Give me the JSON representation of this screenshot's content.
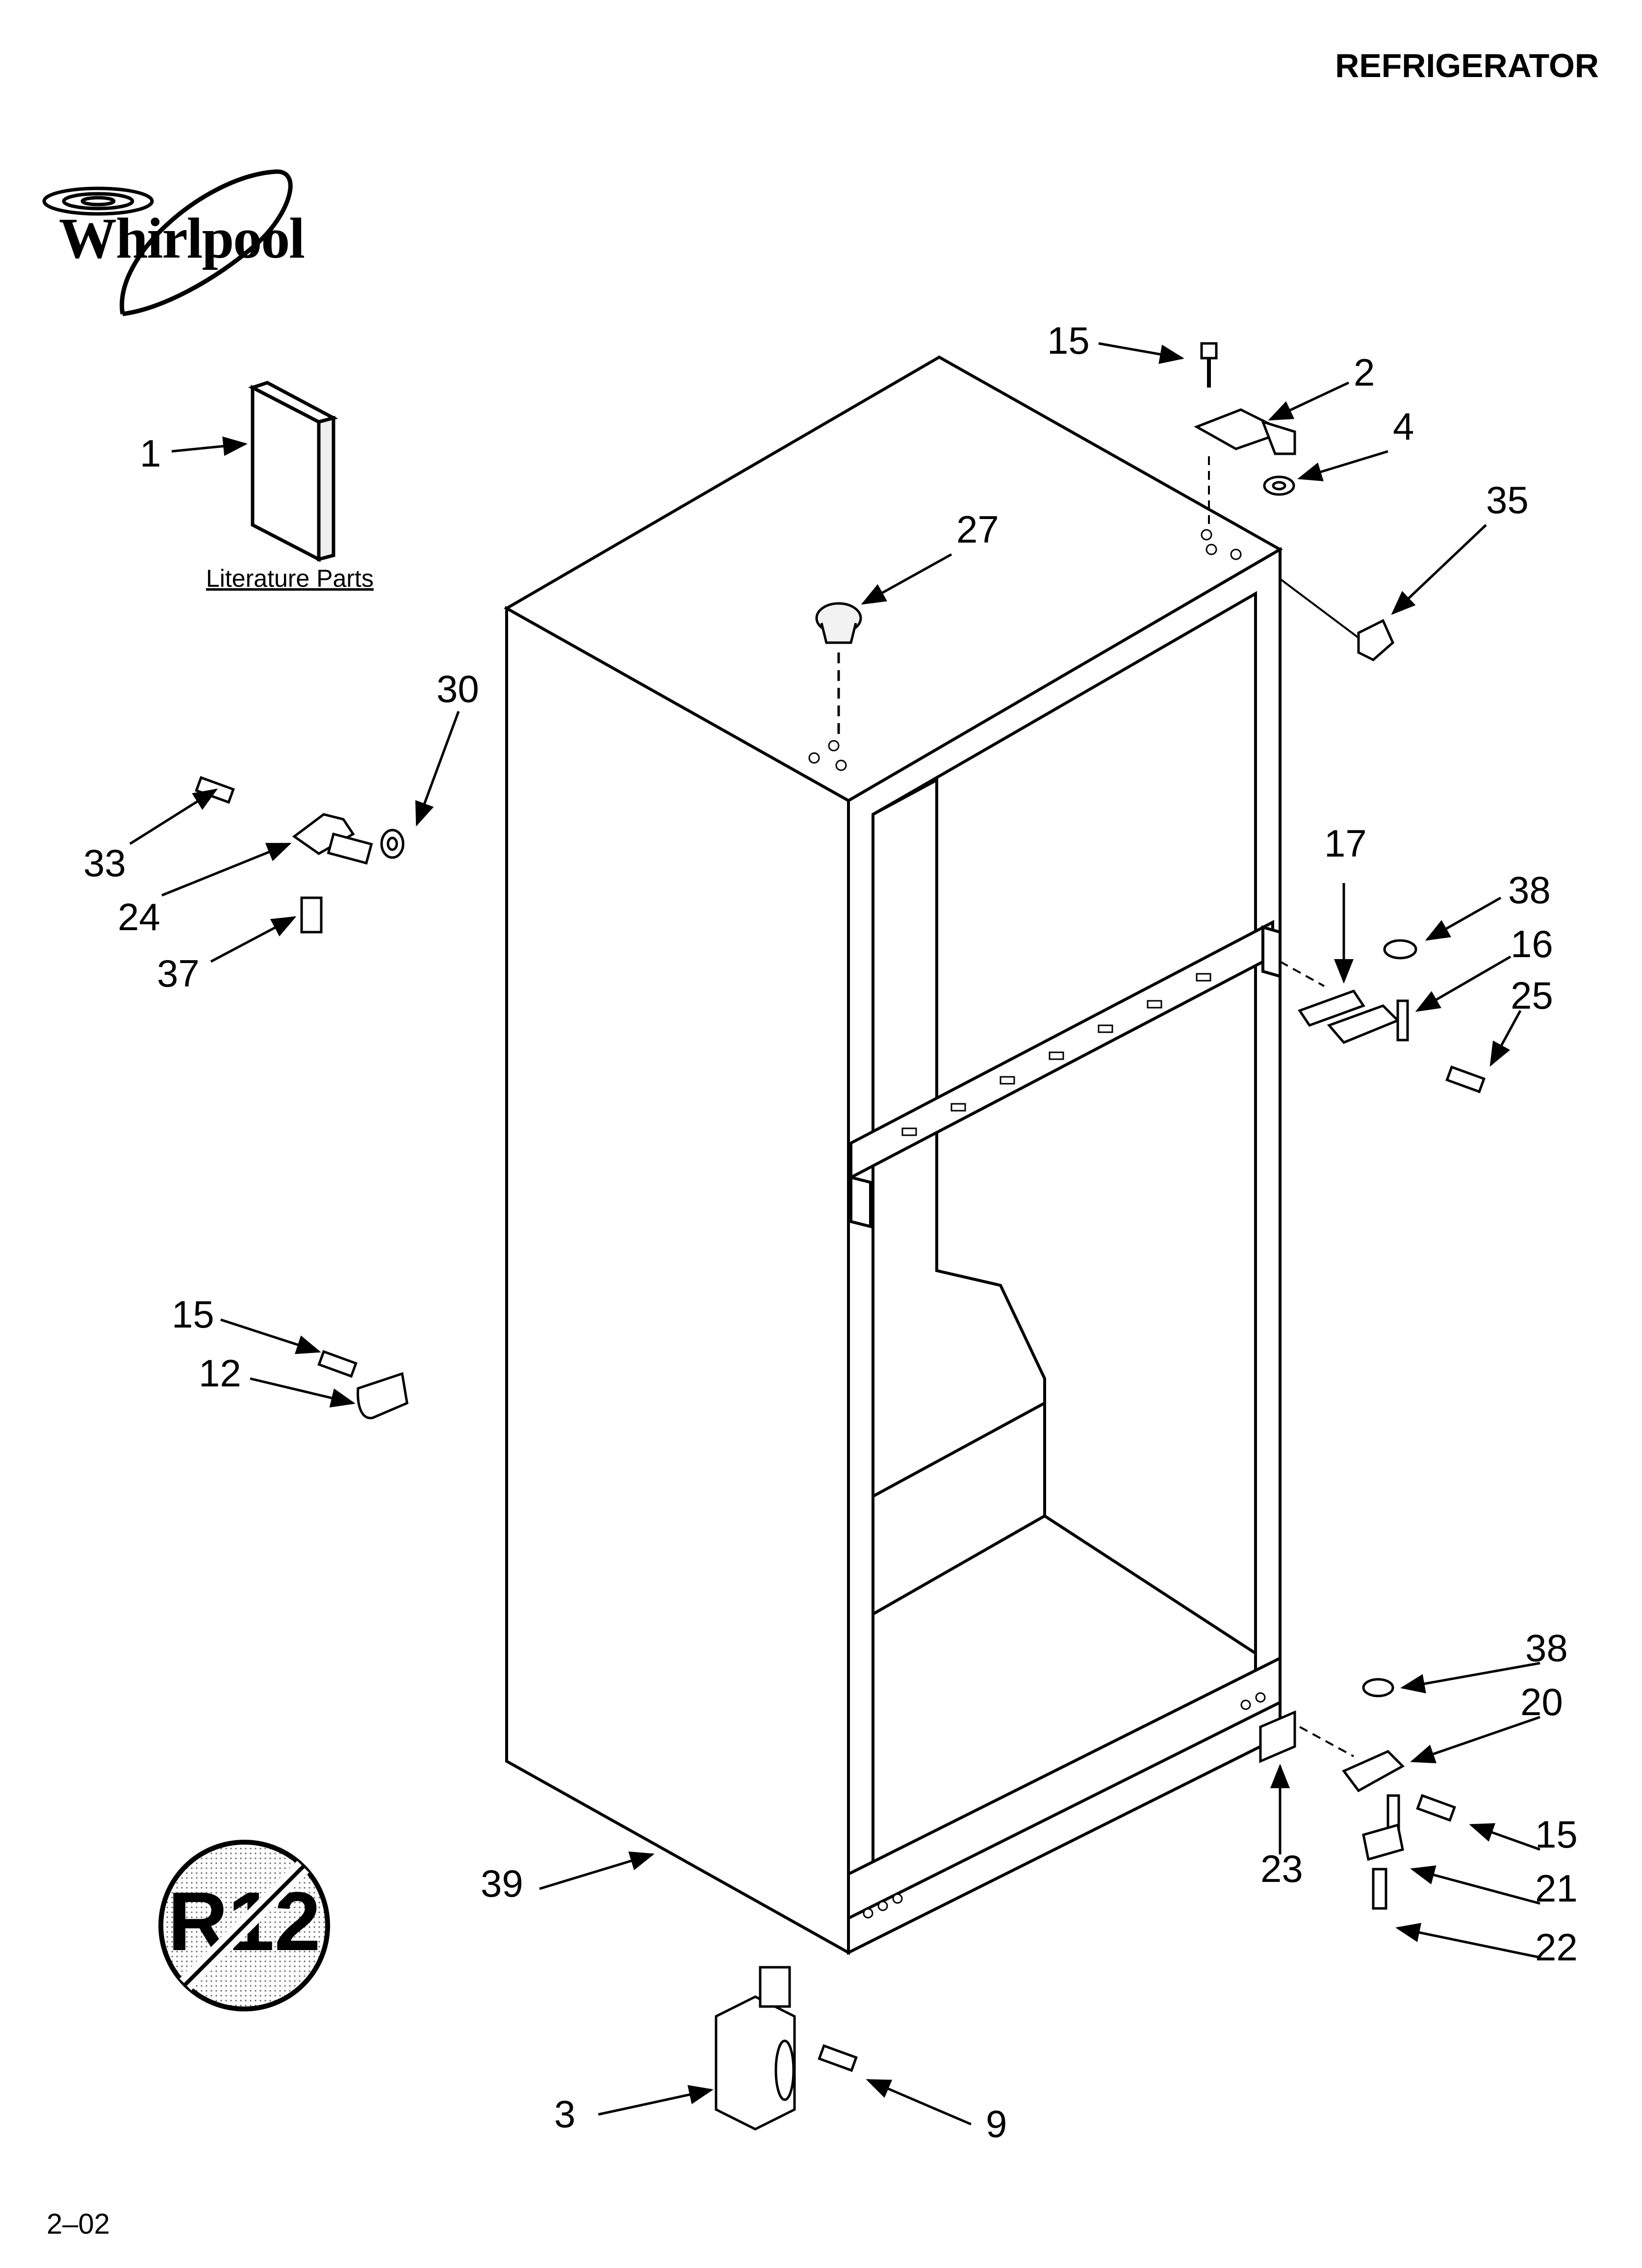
{
  "header": {
    "title": "REFRIGERATOR"
  },
  "logo": {
    "brand": "Whirlpool"
  },
  "footer": {
    "revision": "2–02"
  },
  "literature": {
    "label": "Literature Parts"
  },
  "badge": {
    "text": "R12"
  },
  "callouts": {
    "c1": "1",
    "c2": "2",
    "c3": "3",
    "c4": "4",
    "c9": "9",
    "c12": "12",
    "c15a": "15",
    "c15b": "15",
    "c15c": "15",
    "c16": "16",
    "c17": "17",
    "c20": "20",
    "c21": "21",
    "c22": "22",
    "c23": "23",
    "c24": "24",
    "c25": "25",
    "c27": "27",
    "c30": "30",
    "c33": "33",
    "c35": "35",
    "c37": "37",
    "c38a": "38",
    "c38b": "38",
    "c39": "39"
  },
  "colors": {
    "line": "#000000",
    "background": "#ffffff",
    "shade": "#dddddd"
  }
}
